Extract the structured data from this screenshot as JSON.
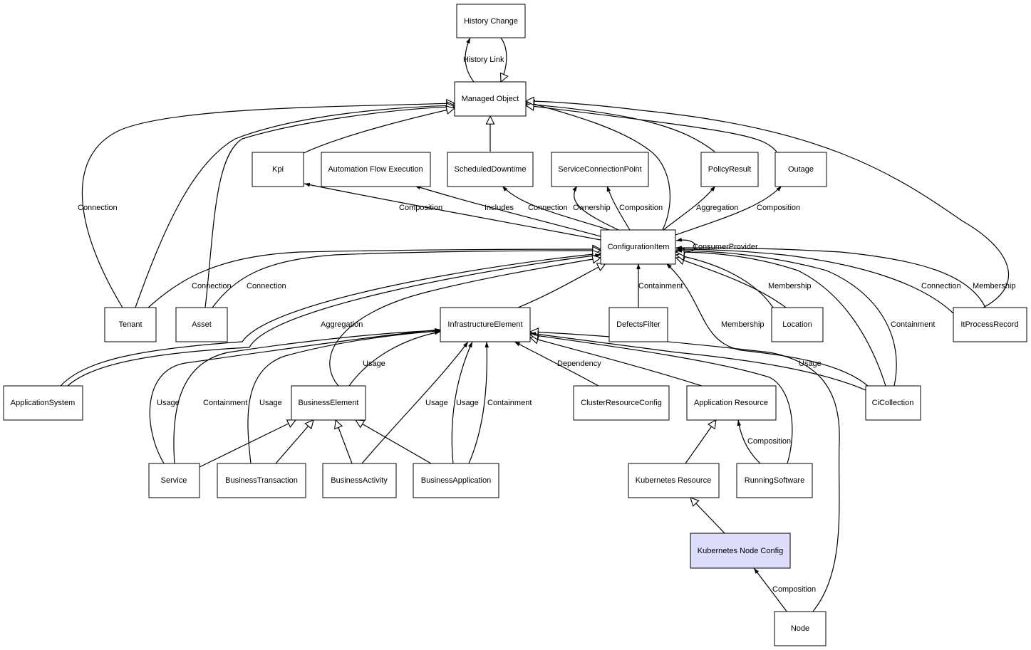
{
  "nodes": {
    "history_change": "History Change",
    "managed_object": "Managed Object",
    "kpi": "Kpi",
    "automation_flow_execution": "Automation Flow Execution",
    "scheduled_downtime": "ScheduledDowntime",
    "service_connection_point": "ServiceConnectionPoint",
    "policy_result": "PolicyResult",
    "outage": "Outage",
    "configuration_item": "ConfigurationItem",
    "tenant": "Tenant",
    "asset": "Asset",
    "infrastructure_element": "InfrastructureElement",
    "defects_filter": "DefectsFilter",
    "location": "Location",
    "it_process_record": "ItProcessRecord",
    "application_system": "ApplicationSystem",
    "business_element": "BusinessElement",
    "cluster_resource_config": "ClusterResourceConfig",
    "application_resource": "Application Resource",
    "ci_collection": "CiCollection",
    "service": "Service",
    "business_transaction": "BusinessTransaction",
    "business_activity": "BusinessActivity",
    "business_application": "BusinessApplication",
    "kubernetes_resource": "Kubernetes Resource",
    "running_software": "RunningSoftware",
    "kubernetes_node_config": "Kubernetes Node Config",
    "node": "Node"
  },
  "labels": {
    "history_link": "History Link",
    "connection": "Connection",
    "composition": "Composition",
    "includes": "Includes",
    "ownership": "Ownership",
    "aggregation": "Aggregation",
    "consumer_provider": "ConsumerProvider",
    "membership": "Membership",
    "containment": "Containment",
    "usage": "Usage",
    "dependency": "Dependency"
  },
  "colors": {
    "line": "#000000",
    "node_fill": "#ffffff",
    "highlight_fill": "#dcdcfb"
  }
}
